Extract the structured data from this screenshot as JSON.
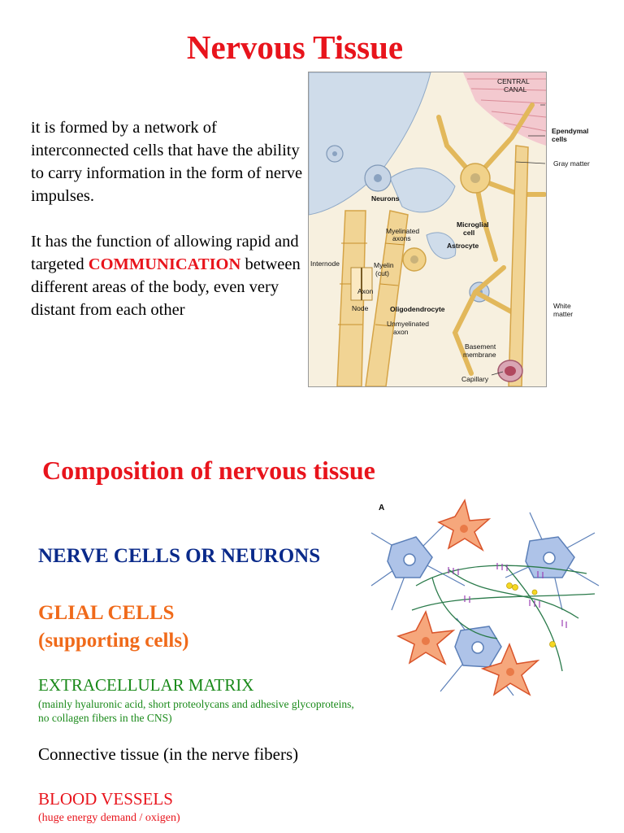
{
  "title": "Nervous Tissue",
  "intro": {
    "p1": "it is formed by a network of interconnected cells that have the ability to carry information in the form of nerve impulses.",
    "p2_before": "It has the function of allowing rapid and targeted ",
    "p2_highlight": "COMMUNICATION",
    "p2_after": " between different areas of the body, even very distant from each other"
  },
  "figure1": {
    "labels": {
      "central_canal_1": "CENTRAL",
      "central_canal_2": "CANAL",
      "ependymal_1": "Ependymal",
      "ependymal_2": "cells",
      "gray_matter": "Gray matter",
      "neurons": "Neurons",
      "myelinated_1": "Myelinated",
      "myelinated_2": "axons",
      "microglial_1": "Microglial",
      "microglial_2": "cell",
      "astrocyte": "Astrocyte",
      "internode": "Internode",
      "myelin_1": "Myelin",
      "myelin_2": "(cut)",
      "axon": "Axon",
      "node": "Node",
      "oligodendrocyte": "Oligodendrocyte",
      "unmyelinated_1": "Unmyelinated",
      "unmyelinated_2": "axon",
      "white_1": "White",
      "white_2": "matter",
      "basement_1": "Basement",
      "basement_2": "membrane",
      "capillary": "Capillary"
    }
  },
  "composition": {
    "heading": "Composition of nervous tissue",
    "neurons": "NERVE CELLS OR NEURONS",
    "glial_1": "GLIAL CELLS",
    "glial_2": "(supporting cells)",
    "ecm": "EXTRACELLULAR MATRIX",
    "ecm_note_1": "(mainly hyaluronic acid, short proteolycans and adhesive glycoproteins,",
    "ecm_note_2": "no collagen fibers in the CNS)",
    "connective": "Connective tissue (in the nerve fibers)",
    "blood": "BLOOD VESSELS",
    "blood_note": "(huge energy demand / oxigen)"
  },
  "figure2": {
    "panel_label": "A"
  },
  "colors": {
    "title_red": "#e8141c",
    "neuron_blue": "#0a2a8a",
    "glial_orange": "#f06a1a",
    "ecm_green": "#1a8a1a"
  }
}
